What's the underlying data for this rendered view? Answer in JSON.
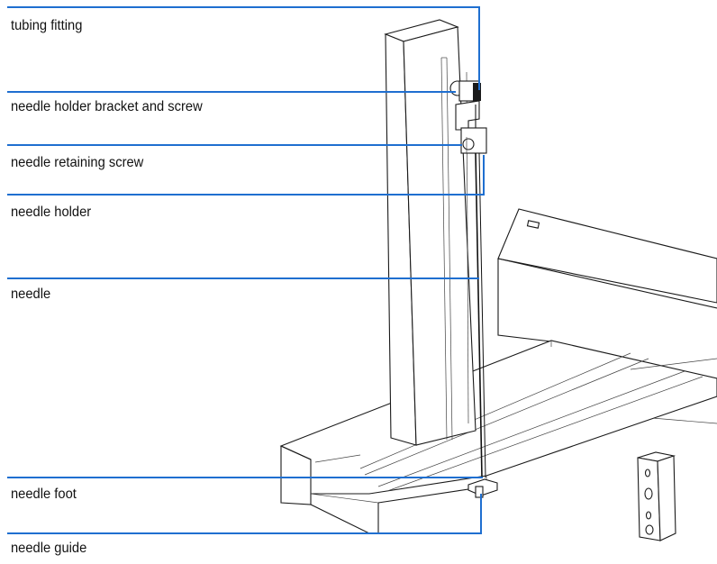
{
  "accent_color": "#1f6fd0",
  "callouts": [
    {
      "id": "tubing-fitting",
      "label": "tubing fitting"
    },
    {
      "id": "needle-holder-bracket-and-screw",
      "label": "needle holder bracket and screw"
    },
    {
      "id": "needle-retaining-screw",
      "label": "needle retaining screw"
    },
    {
      "id": "needle-holder",
      "label": "needle holder"
    },
    {
      "id": "needle",
      "label": "needle"
    },
    {
      "id": "needle-foot",
      "label": "needle foot"
    },
    {
      "id": "needle-guide",
      "label": "needle guide"
    }
  ]
}
